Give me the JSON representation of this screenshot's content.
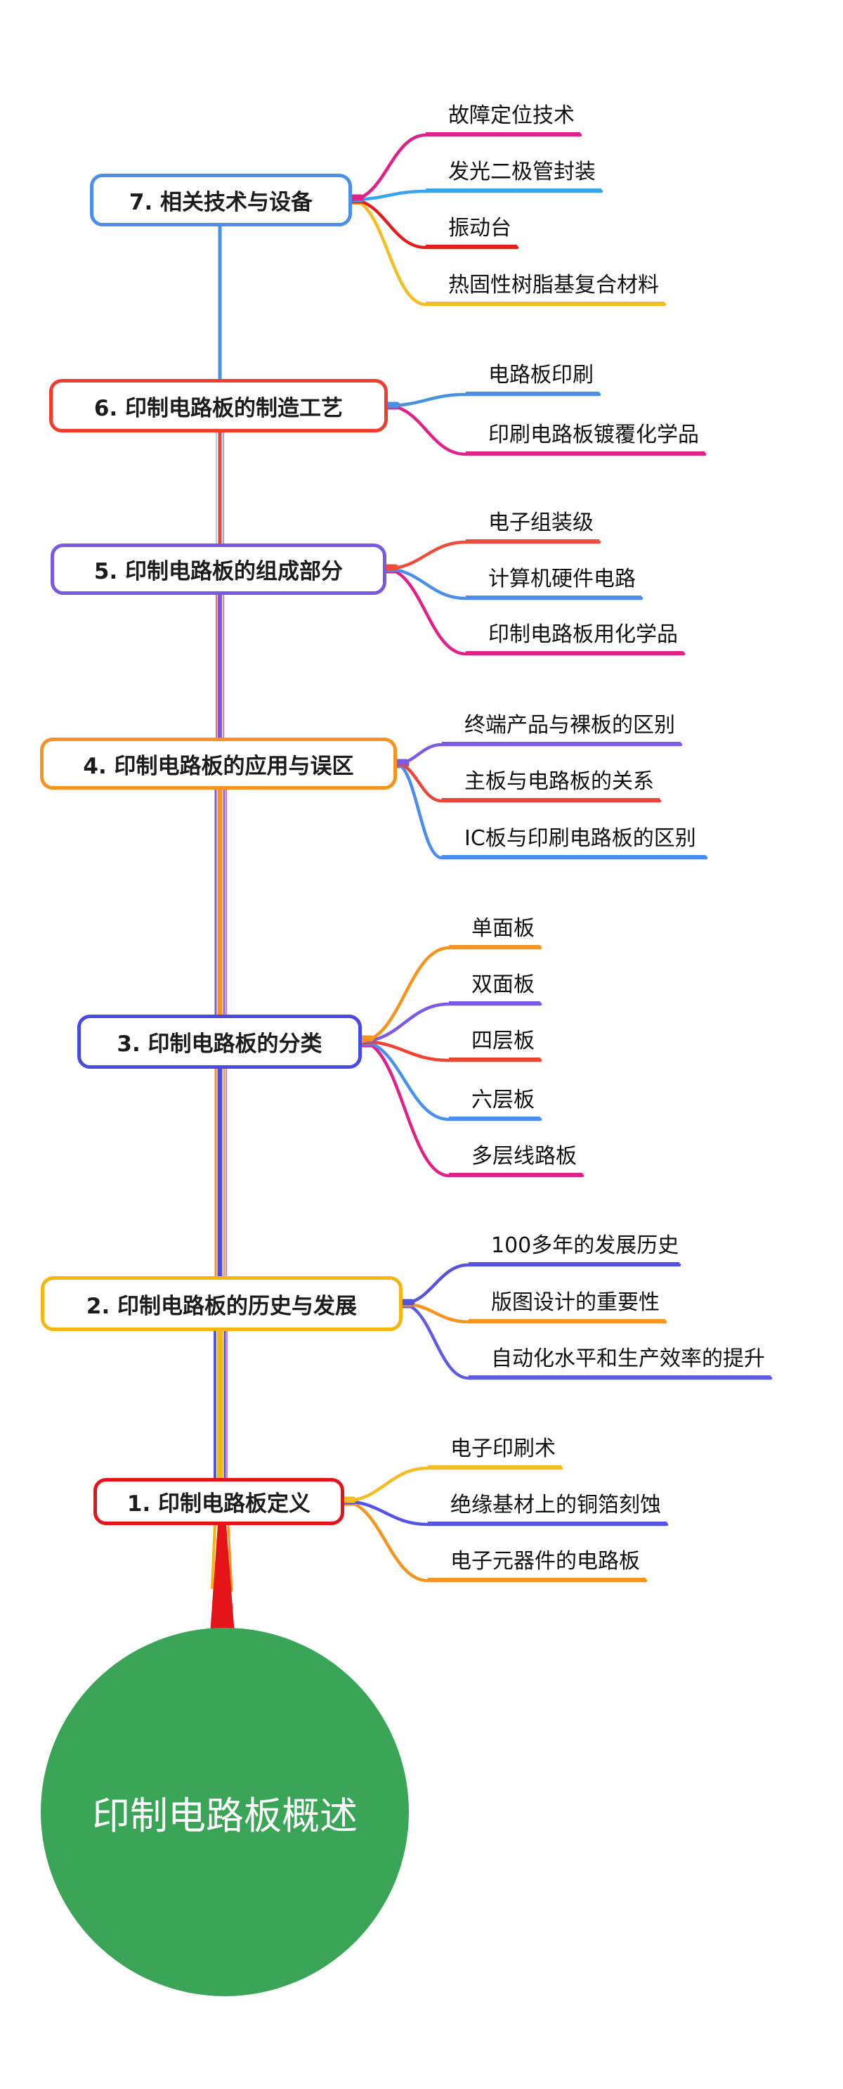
{
  "title": "印制电路板概述思维导图",
  "center": {
    "label": "印制电路板概述",
    "color": "#3aa556",
    "text_color": "#ffffff"
  },
  "trunk_bottom_color": "#e51418",
  "nodes": [
    {
      "label": "7. 相关技术与设备",
      "border_color": "#4a90e8",
      "branches": [
        {
          "label": "故障定位技术",
          "color": "#e0218a"
        },
        {
          "label": "发光二极管封装",
          "color": "#38a5ec"
        },
        {
          "label": "振动台",
          "color": "#e02020"
        },
        {
          "label": "热固性树脂基复合材料",
          "color": "#f5bc23"
        }
      ]
    },
    {
      "label": "6. 印制电路板的制造工艺",
      "border_color": "#f43b2b",
      "branches": [
        {
          "label": "电路板印刷",
          "color": "#4a90e0"
        },
        {
          "label": "印刷电路板镀覆化学品",
          "color": "#e0218a"
        }
      ]
    },
    {
      "label": "5. 印制电路板的组成部分",
      "border_color": "#7a58e0",
      "branches": [
        {
          "label": "电子组装级",
          "color": "#ef4c3a"
        },
        {
          "label": "计算机硬件电路",
          "color": "#4a90e8"
        },
        {
          "label": "印制电路板用化学品",
          "color": "#e0218a"
        }
      ]
    },
    {
      "label": "4. 印制电路板的应用与误区",
      "border_color": "#f7941d",
      "branches": [
        {
          "label": "终端产品与裸板的区别",
          "color": "#7b5be6"
        },
        {
          "label": "主板与电路板的关系",
          "color": "#ea4639"
        },
        {
          "label": "IC板与印刷电路板的区别",
          "color": "#4a8cf0"
        }
      ]
    },
    {
      "label": "3. 印制电路板的分类",
      "border_color": "#4a4ae0",
      "branches": [
        {
          "label": "单面板",
          "color": "#f7941d"
        },
        {
          "label": "双面板",
          "color": "#7b5be6"
        },
        {
          "label": "四层板",
          "color": "#ef4334"
        },
        {
          "label": "六层板",
          "color": "#4a90f0"
        },
        {
          "label": "多层线路板",
          "color": "#e0218a"
        }
      ]
    },
    {
      "label": "2. 印制电路板的历史与发展",
      "border_color": "#f5b70d",
      "branches": [
        {
          "label": "100多年的发展历史",
          "color": "#5552e0"
        },
        {
          "label": "版图设计的重要性",
          "color": "#f7941d"
        },
        {
          "label": "自动化水平和生产效率的提升",
          "color": "#5f5ce4"
        }
      ]
    },
    {
      "label": "1. 印制电路板定义",
      "border_color": "#e51418",
      "branches": [
        {
          "label": "电子印刷术",
          "color": "#f5bc23"
        },
        {
          "label": "绝缘基材上的铜箔刻蚀",
          "color": "#5552e8"
        },
        {
          "label": "电子元器件的电路板",
          "color": "#f7941d"
        }
      ]
    }
  ]
}
